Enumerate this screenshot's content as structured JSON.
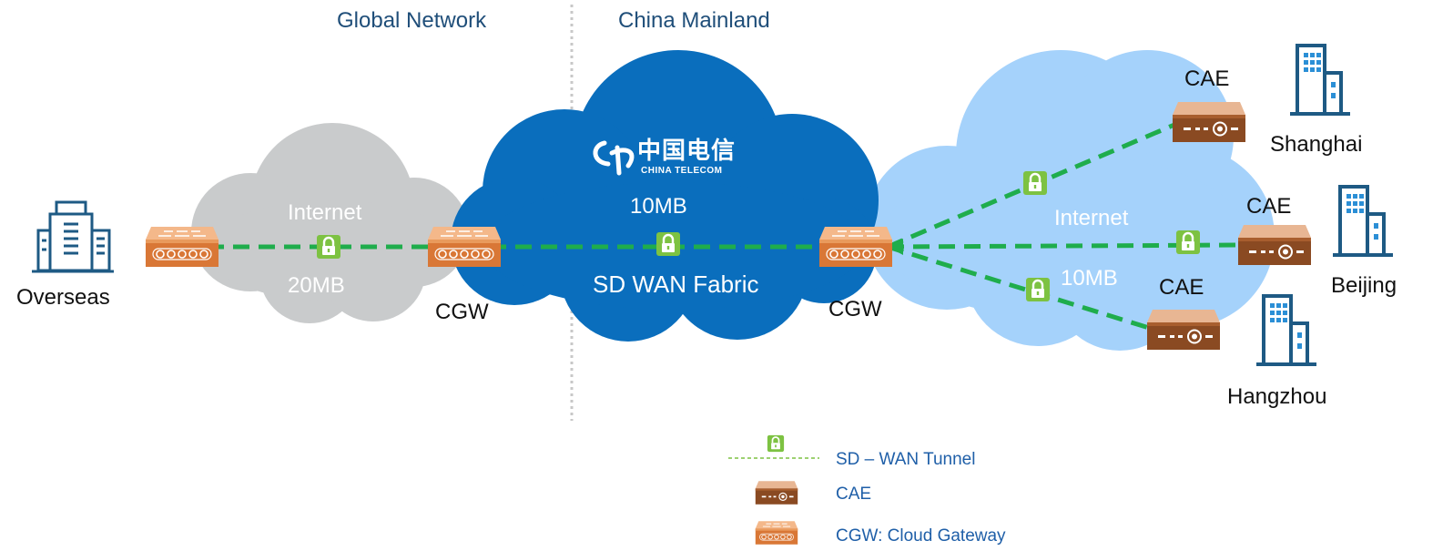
{
  "regions": {
    "global": "Global Network",
    "china": "China Mainland"
  },
  "telecom_logo": {
    "cn": "中国电信",
    "en": "CHINA TELECOM"
  },
  "left_cloud": {
    "name": "Internet",
    "bandwidth": "20MB"
  },
  "center_cloud": {
    "bandwidth": "10MB",
    "name": "SD WAN Fabric"
  },
  "right_cloud": {
    "name": "Internet",
    "bandwidth": "10MB"
  },
  "nodes": {
    "overseas": "Overseas",
    "cgw_left": "CGW",
    "cgw_right": "CGW",
    "cae_shanghai": "CAE",
    "cae_beijing": "CAE",
    "cae_hangzhou": "CAE",
    "shanghai": "Shanghai",
    "beijing": "Beijing",
    "hangzhou": "Hangzhou"
  },
  "legend": {
    "tunnel": "SD – WAN Tunnel",
    "cae": "CAE",
    "cgw": "CGW: Cloud Gateway"
  },
  "colors": {
    "tunnel": "#1fad4c",
    "lock": "#7dc242",
    "grey_cloud": "#c9cbcc",
    "blue_cloud": "#0a6ebd",
    "light_cloud": "#a5d2fb",
    "gateway": "#d97736",
    "building": "#1e5a84"
  }
}
